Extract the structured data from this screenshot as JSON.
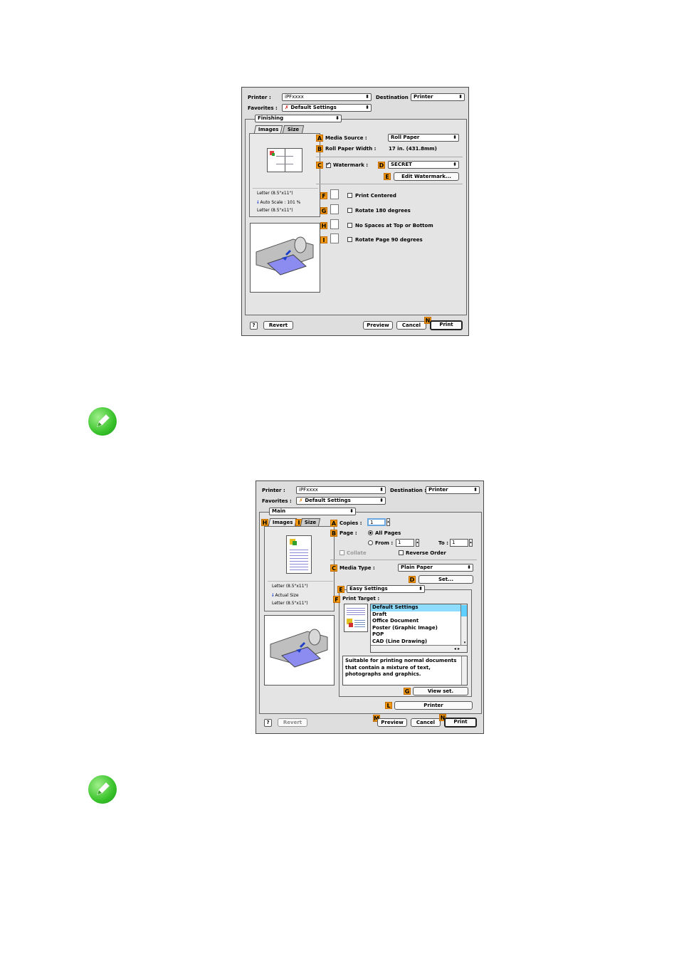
{
  "dialog1": {
    "printer_label": "Printer :",
    "printer_value": "iPFxxxx",
    "destination_label": "Destination :",
    "destination_value": "Printer",
    "favorites_label": "Favorites :",
    "favorites_value": "Default Settings",
    "panel_value": "Finishing",
    "tabs": [
      "Images",
      "Size"
    ],
    "preview_lines": [
      "Letter (8.5\"x11\")",
      "Auto Scale : 101 %",
      "Letter (8.5\"x11\")"
    ],
    "media_source_label": "Media Source :",
    "media_source_value": "Roll Paper",
    "roll_width_label": "Roll Paper Width :",
    "roll_width_value": "17 in. (431.8mm)",
    "watermark_label": "Watermark :",
    "watermark_value": "SECRET",
    "edit_watermark": "Edit Watermark...",
    "options": [
      "Print Centered",
      "Rotate 180 degrees",
      "No Spaces at Top or Bottom",
      "Rotate Page 90 degrees"
    ],
    "revert": "Revert",
    "preview": "Preview",
    "cancel": "Cancel",
    "print": "Print",
    "badges": [
      "A",
      "B",
      "C",
      "D",
      "E",
      "F",
      "G",
      "H",
      "I",
      "N"
    ]
  },
  "dialog2": {
    "printer_label": "Printer :",
    "printer_value": "iPFxxxx",
    "destination_label": "Destination :",
    "destination_value": "Printer",
    "favorites_label": "Favorites :",
    "favorites_value": "Default Settings",
    "panel_value": "Main",
    "tabs": [
      "Images",
      "Size"
    ],
    "preview_lines": [
      "Letter (8.5\"x11\")",
      "Actual Size",
      "Letter (8.5\"x11\")"
    ],
    "copies_label": "Copies :",
    "copies_value": "1",
    "page_label": "Page :",
    "all_pages": "All Pages",
    "from_label": "From :",
    "from_value": "1",
    "to_label": "To :",
    "to_value": "1",
    "collate": "Collate",
    "reverse_order": "Reverse Order",
    "media_type_label": "Media Type :",
    "media_type_value": "Plain Paper",
    "set_button": "Set...",
    "easy_settings": "Easy Settings",
    "print_target_label": "Print Target :",
    "print_targets": [
      "Default Settings",
      "Draft",
      "Office Document",
      "Poster (Graphic Image)",
      "POP",
      "CAD (Line Drawing)"
    ],
    "description": "Suitable for printing normal documents that contain a mixture of text, photographs and graphics.",
    "view_set": "View set.",
    "printer_button": "Printer",
    "revert": "Revert",
    "preview": "Preview",
    "cancel": "Cancel",
    "print": "Print",
    "badges": [
      "A",
      "B",
      "C",
      "D",
      "E",
      "F",
      "G",
      "H",
      "I",
      "L",
      "M",
      "N"
    ]
  },
  "colors": {
    "badge": "#f39a12",
    "selection": "#8edcff",
    "note_green": "#38c22a"
  }
}
